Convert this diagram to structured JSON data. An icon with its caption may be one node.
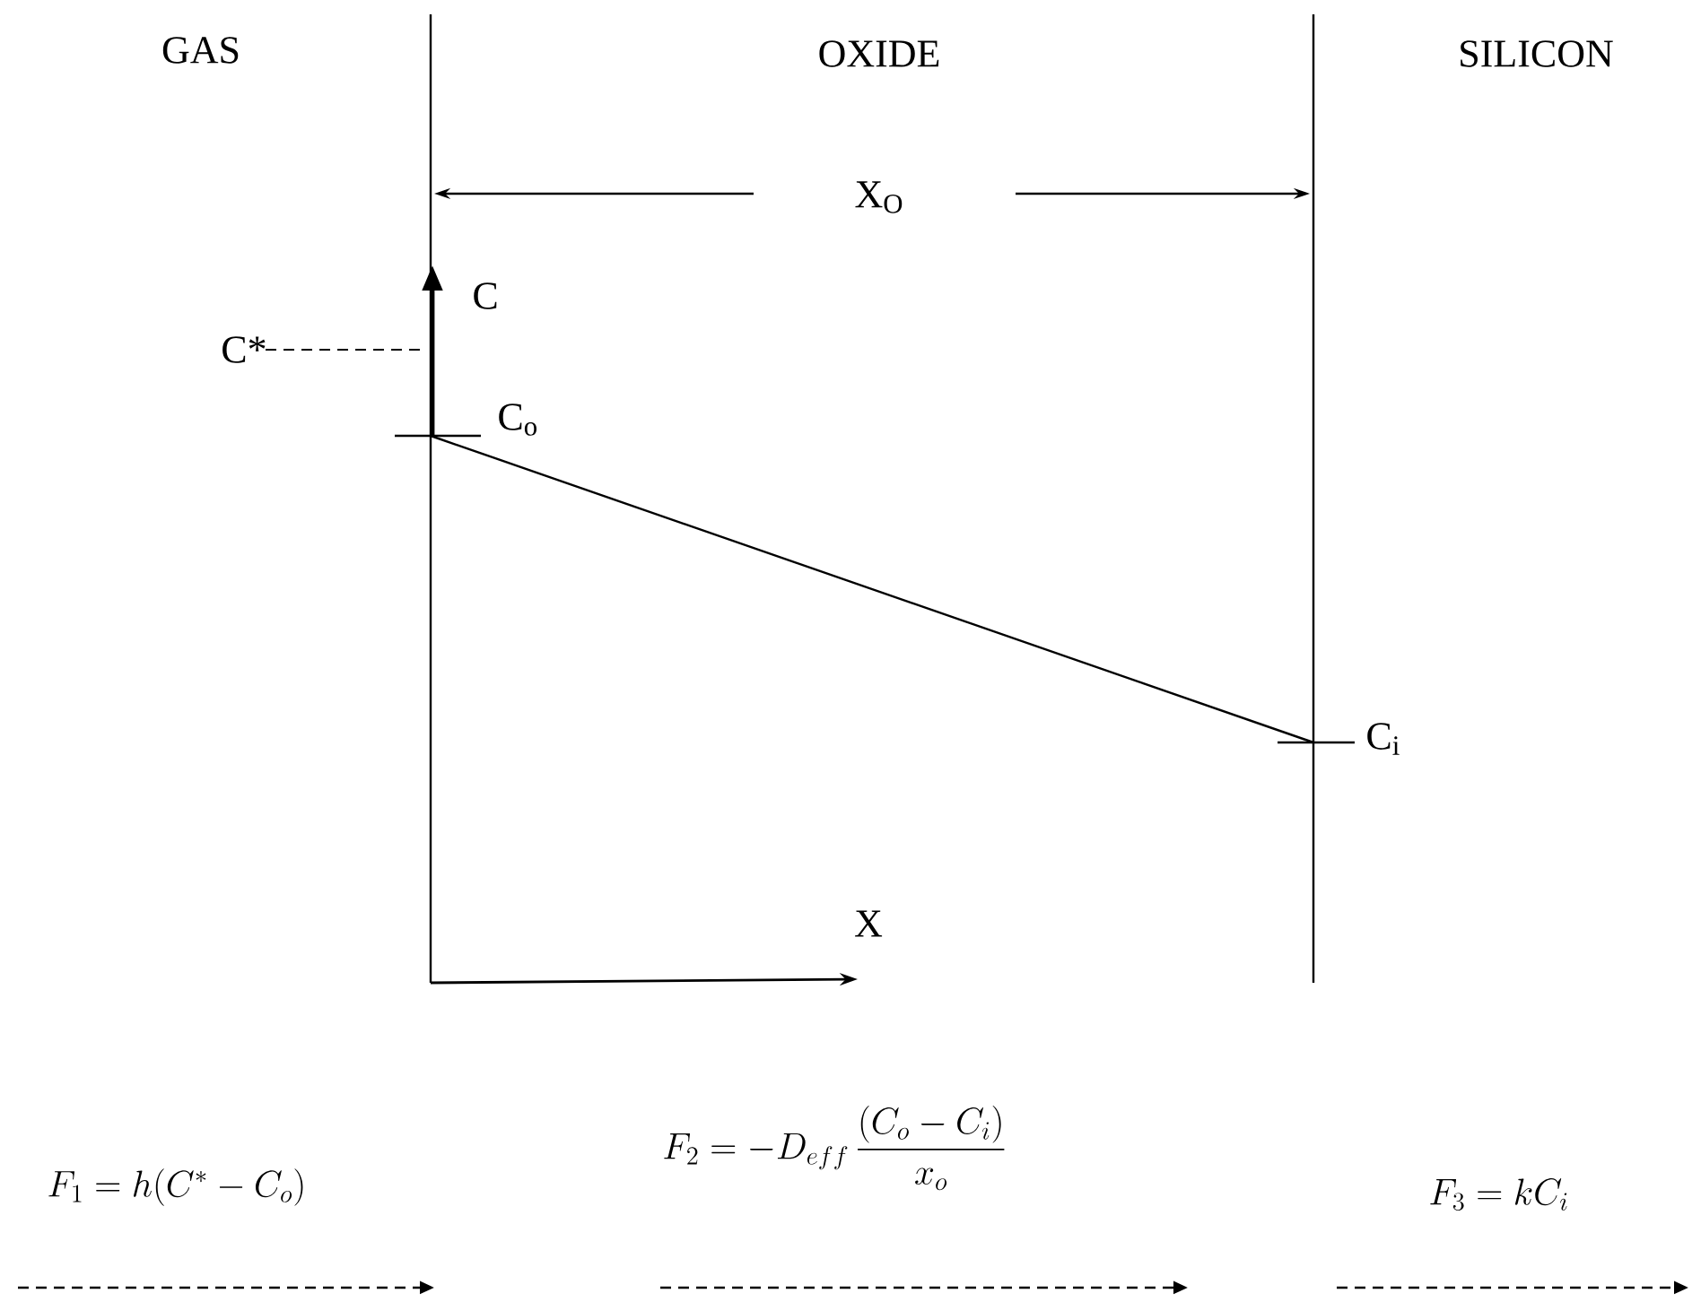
{
  "diagram": {
    "labels": [
      "GAS",
      "OXIDE",
      "SILICON",
      "X$_{O}$",
      "C",
      "C*",
      "C$_{o}$",
      "C$_{i}$",
      "X",
      "F_1 = h(C^{*} - C_{o})",
      "F_2 = - D_{eff}\\,\\frac{(C_{o} - C_{i})}{x_{o}}",
      "F_3 = kC_{i}"
    ]
  }
}
